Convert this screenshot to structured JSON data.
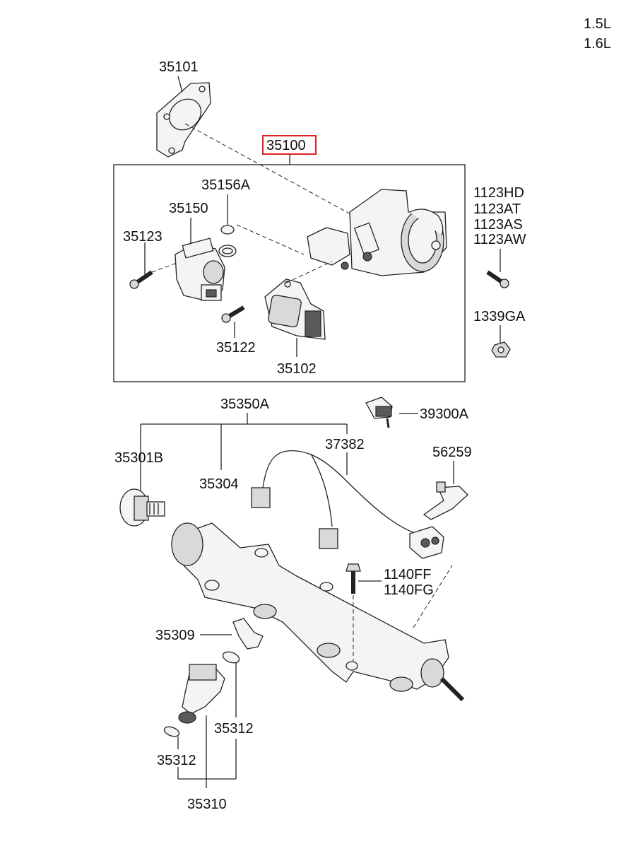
{
  "engine_variants": [
    "1.5L",
    "1.6L"
  ],
  "callouts": {
    "gasket_throttle": "35101",
    "throttle_body_assy": "35100",
    "isc_seal": "35156A",
    "isc_actuator": "35150",
    "screw_isc": "35123",
    "bolt_codes": [
      "1123HD",
      "1123AT",
      "1123AS",
      "1123AW"
    ],
    "nut": "1339GA",
    "screw_tps": "35122",
    "tps_sensor": "35102",
    "delivery_pipe_assy": "35350A",
    "sensor_39300": "39300A",
    "regulator": "35301B",
    "wiring": "37382",
    "clip": "56259",
    "delivery_pipe": "35304",
    "bolt_pipe": [
      "1140FF",
      "1140FG"
    ],
    "injector_clip": "35309",
    "oring_upper": "35312",
    "oring_lower": "35312",
    "injector": "35310"
  },
  "highlight_color": "#e02020"
}
